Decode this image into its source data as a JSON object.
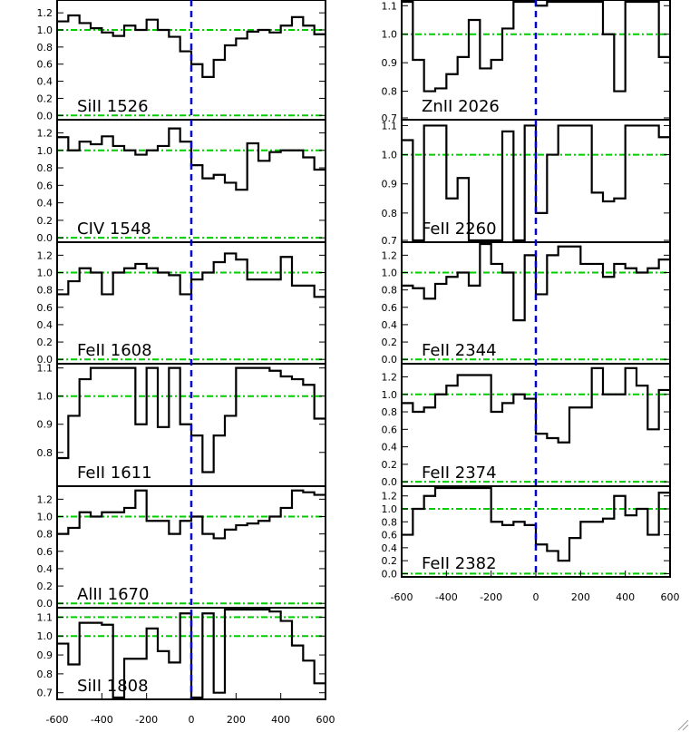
{
  "chart_data": {
    "type": "line",
    "style": "step",
    "x_unit": "velocity",
    "colors": {
      "spectrum": "#000000",
      "continuum": "#00cc00",
      "zero_velocity": "#0000cc",
      "frame": "#000000"
    },
    "columns": [
      {
        "xlim": [
          -600,
          600
        ],
        "x_ticks": [
          -600,
          -400,
          -200,
          0,
          200,
          400,
          600
        ],
        "x_tick_labels": [
          "-600",
          "-400",
          "-200",
          "0",
          "200",
          "400",
          "600"
        ],
        "panels": [
          {
            "label": "SiII 1526",
            "ylim": [
              -0.05,
              1.35
            ],
            "y_ticks": [
              0.0,
              0.2,
              0.4,
              0.6,
              0.8,
              1.0,
              1.2
            ],
            "y_tick_labels": [
              "0.0",
              "0.2",
              "0.4",
              "0.6",
              "0.8",
              "1.0",
              "1.2"
            ],
            "continuum": [
              1.0,
              0.0
            ],
            "x": [
              -600,
              -550,
              -500,
              -450,
              -400,
              -350,
              -300,
              -250,
              -200,
              -150,
              -100,
              -50,
              0,
              50,
              100,
              150,
              200,
              250,
              300,
              350,
              400,
              450,
              500,
              550
            ],
            "y": [
              1.1,
              1.17,
              1.08,
              1.02,
              0.97,
              0.93,
              1.05,
              1.0,
              1.12,
              1.0,
              0.92,
              0.75,
              0.6,
              0.45,
              0.65,
              0.82,
              0.9,
              0.98,
              1.0,
              0.97,
              1.05,
              1.15,
              1.05,
              0.95
            ]
          },
          {
            "label": "CIV 1548",
            "ylim": [
              -0.05,
              1.35
            ],
            "y_ticks": [
              0.0,
              0.2,
              0.4,
              0.6,
              0.8,
              1.0,
              1.2
            ],
            "y_tick_labels": [
              "0.0",
              "0.2",
              "0.4",
              "0.6",
              "0.8",
              "1.0",
              "1.2"
            ],
            "continuum": [
              1.0,
              0.0
            ],
            "x": [
              -600,
              -550,
              -500,
              -450,
              -400,
              -350,
              -300,
              -250,
              -200,
              -150,
              -100,
              -50,
              0,
              50,
              100,
              150,
              200,
              250,
              300,
              350,
              400,
              450,
              500,
              550
            ],
            "y": [
              1.15,
              1.0,
              1.1,
              1.07,
              1.16,
              1.05,
              1.0,
              0.95,
              1.0,
              1.05,
              1.25,
              1.1,
              0.83,
              0.68,
              0.72,
              0.63,
              0.55,
              1.08,
              0.88,
              0.98,
              1.0,
              1.0,
              0.92,
              0.78
            ]
          },
          {
            "label": "FeII 1608",
            "ylim": [
              -0.05,
              1.35
            ],
            "y_ticks": [
              0.0,
              0.2,
              0.4,
              0.6,
              0.8,
              1.0,
              1.2
            ],
            "y_tick_labels": [
              "0.0",
              "0.2",
              "0.4",
              "0.6",
              "0.8",
              "1.0",
              "1.2"
            ],
            "continuum": [
              1.0,
              0.0
            ],
            "x": [
              -600,
              -550,
              -500,
              -450,
              -400,
              -350,
              -300,
              -250,
              -200,
              -150,
              -100,
              -50,
              0,
              50,
              100,
              150,
              200,
              250,
              300,
              350,
              400,
              450,
              500,
              550
            ],
            "y": [
              0.75,
              0.9,
              1.05,
              1.0,
              0.75,
              1.0,
              1.05,
              1.1,
              1.05,
              1.0,
              0.97,
              0.75,
              0.92,
              1.0,
              1.12,
              1.22,
              1.15,
              0.92,
              0.92,
              0.92,
              1.18,
              0.85,
              0.85,
              0.72
            ]
          },
          {
            "label": "FeII 1611",
            "ylim": [
              0.68,
              1.115
            ],
            "y_ticks": [
              0.8,
              0.9,
              1.0,
              1.1
            ],
            "y_tick_labels": [
              "0.8",
              "0.9",
              "1.0",
              "1.1"
            ],
            "continuum": [
              1.0
            ],
            "x": [
              -600,
              -550,
              -500,
              -450,
              -400,
              -350,
              -300,
              -250,
              -200,
              -150,
              -100,
              -50,
              0,
              50,
              100,
              150,
              200,
              250,
              300,
              350,
              400,
              450,
              500,
              550
            ],
            "y": [
              0.78,
              0.93,
              1.06,
              1.1,
              1.1,
              1.1,
              1.1,
              0.9,
              1.1,
              0.89,
              1.1,
              0.9,
              0.86,
              0.73,
              0.86,
              0.93,
              1.1,
              1.1,
              1.1,
              1.09,
              1.07,
              1.06,
              1.04,
              0.92
            ]
          },
          {
            "label": "AlII 1670",
            "ylim": [
              -0.05,
              1.35
            ],
            "y_ticks": [
              0.0,
              0.2,
              0.4,
              0.6,
              0.8,
              1.0,
              1.2
            ],
            "y_tick_labels": [
              "0.0",
              "0.2",
              "0.4",
              "0.6",
              "0.8",
              "1.0",
              "1.2"
            ],
            "continuum": [
              1.0,
              0.0
            ],
            "x": [
              -600,
              -550,
              -500,
              -450,
              -400,
              -350,
              -300,
              -250,
              -200,
              -150,
              -100,
              -50,
              0,
              50,
              100,
              150,
              200,
              250,
              300,
              350,
              400,
              450,
              500,
              550
            ],
            "y": [
              0.8,
              0.87,
              1.05,
              1.0,
              1.05,
              1.05,
              1.1,
              1.3,
              0.95,
              0.95,
              0.8,
              0.95,
              1.0,
              0.8,
              0.75,
              0.85,
              0.9,
              0.92,
              0.95,
              1.0,
              1.1,
              1.3,
              1.28,
              1.25
            ]
          },
          {
            "label": "SiII 1808",
            "ylim": [
              0.665,
              1.15
            ],
            "y_ticks": [
              0.7,
              0.8,
              0.9,
              1.0,
              1.1
            ],
            "y_tick_labels": [
              "0.7",
              "0.8",
              "0.9",
              "1.0",
              "1.1"
            ],
            "continuum": [
              1.0,
              1.1
            ],
            "x": [
              -600,
              -550,
              -500,
              -450,
              -400,
              -350,
              -300,
              -250,
              -200,
              -150,
              -100,
              -50,
              0,
              50,
              100,
              150,
              200,
              250,
              300,
              350,
              400,
              450,
              500,
              550
            ],
            "y": [
              0.96,
              0.85,
              1.07,
              1.07,
              1.06,
              0.67,
              0.88,
              0.88,
              1.04,
              0.92,
              0.86,
              1.12,
              0.67,
              1.12,
              0.7,
              1.15,
              1.15,
              1.15,
              1.15,
              1.13,
              1.08,
              0.95,
              0.87,
              0.75
            ]
          }
        ]
      },
      {
        "xlim": [
          -600,
          600
        ],
        "x_ticks": [
          -600,
          -400,
          -200,
          0,
          200,
          400,
          600
        ],
        "x_tick_labels": [
          "-600",
          "-400",
          "-200",
          "0",
          "200",
          "400",
          "600"
        ],
        "panels": [
          {
            "label": "ZnII 2026",
            "ylim": [
              0.7,
              1.12
            ],
            "y_ticks": [
              0.7,
              0.8,
              0.9,
              1.0,
              1.1
            ],
            "y_tick_labels": [
              "0.7",
              "0.8",
              "0.9",
              "1.0",
              "1.1"
            ],
            "continuum": [
              1.0
            ],
            "x": [
              -600,
              -550,
              -500,
              -450,
              -400,
              -350,
              -300,
              -250,
              -200,
              -150,
              -100,
              -50,
              0,
              50,
              100,
              150,
              200,
              250,
              300,
              350,
              400,
              450,
              500,
              550
            ],
            "y": [
              1.15,
              0.91,
              0.8,
              0.81,
              0.86,
              0.92,
              1.05,
              0.88,
              0.91,
              1.02,
              1.15,
              1.15,
              1.1,
              1.15,
              1.15,
              1.15,
              1.15,
              1.15,
              1.0,
              0.8,
              1.15,
              1.15,
              1.15,
              0.92
            ]
          },
          {
            "label": "FeII 2260",
            "ylim": [
              0.7,
              1.12
            ],
            "y_ticks": [
              0.7,
              0.8,
              0.9,
              1.0,
              1.1
            ],
            "y_tick_labels": [
              "0.7",
              "0.8",
              "0.9",
              "1.0",
              "1.1"
            ],
            "continuum": [
              1.0
            ],
            "x": [
              -600,
              -550,
              -500,
              -450,
              -400,
              -350,
              -300,
              -250,
              -200,
              -150,
              -100,
              -50,
              0,
              50,
              100,
              150,
              200,
              250,
              300,
              350,
              400,
              450,
              500,
              550
            ],
            "y": [
              1.05,
              0.69,
              1.1,
              1.1,
              0.85,
              0.92,
              0.7,
              0.7,
              0.69,
              1.08,
              0.69,
              1.1,
              0.8,
              1.0,
              1.1,
              1.1,
              1.1,
              0.87,
              0.84,
              0.85,
              1.1,
              1.1,
              1.1,
              1.06
            ]
          },
          {
            "label": "FeII 2344",
            "ylim": [
              -0.05,
              1.35
            ],
            "y_ticks": [
              0.0,
              0.2,
              0.4,
              0.6,
              0.8,
              1.0,
              1.2
            ],
            "y_tick_labels": [
              "0.0",
              "0.2",
              "0.4",
              "0.6",
              "0.8",
              "1.0",
              "1.2"
            ],
            "continuum": [
              1.0,
              0.0
            ],
            "x": [
              -600,
              -550,
              -500,
              -450,
              -400,
              -350,
              -300,
              -250,
              -200,
              -150,
              -100,
              -50,
              0,
              50,
              100,
              150,
              200,
              250,
              300,
              350,
              400,
              450,
              500,
              550
            ],
            "y": [
              0.85,
              0.82,
              0.7,
              0.87,
              0.95,
              1.0,
              0.85,
              1.35,
              1.1,
              1.0,
              0.45,
              1.2,
              0.75,
              1.2,
              1.3,
              1.3,
              1.1,
              1.1,
              0.95,
              1.1,
              1.05,
              1.0,
              1.05,
              1.15
            ]
          },
          {
            "label": "FeII 2374",
            "ylim": [
              -0.05,
              1.35
            ],
            "y_ticks": [
              0.0,
              0.2,
              0.4,
              0.6,
              0.8,
              1.0,
              1.2
            ],
            "y_tick_labels": [
              "0.0",
              "0.2",
              "0.4",
              "0.6",
              "0.8",
              "1.0",
              "1.2"
            ],
            "continuum": [
              1.0,
              0.0
            ],
            "x": [
              -600,
              -550,
              -500,
              -450,
              -400,
              -350,
              -300,
              -250,
              -200,
              -150,
              -100,
              -50,
              0,
              50,
              100,
              150,
              200,
              250,
              300,
              350,
              400,
              450,
              500,
              550
            ],
            "y": [
              0.9,
              0.8,
              0.85,
              1.0,
              1.1,
              1.22,
              1.22,
              1.22,
              0.8,
              0.9,
              1.0,
              0.95,
              0.55,
              0.5,
              0.45,
              0.85,
              0.85,
              1.3,
              1.0,
              1.0,
              1.3,
              1.1,
              0.6,
              1.05
            ]
          },
          {
            "label": "FeII 2382",
            "ylim": [
              -0.05,
              1.35
            ],
            "y_ticks": [
              0.0,
              0.2,
              0.4,
              0.6,
              0.8,
              1.0,
              1.2
            ],
            "y_tick_labels": [
              "0.0",
              "0.2",
              "0.4",
              "0.6",
              "0.8",
              "1.0",
              "1.2"
            ],
            "continuum": [
              1.0,
              0.0
            ],
            "x": [
              -600,
              -550,
              -500,
              -450,
              -400,
              -350,
              -300,
              -250,
              -200,
              -150,
              -100,
              -50,
              0,
              50,
              100,
              150,
              200,
              250,
              300,
              350,
              400,
              450,
              500,
              550
            ],
            "y": [
              0.6,
              1.0,
              1.2,
              1.35,
              1.35,
              1.35,
              1.35,
              1.35,
              0.8,
              0.75,
              0.8,
              0.75,
              0.45,
              0.35,
              0.2,
              0.55,
              0.8,
              0.8,
              0.85,
              1.2,
              0.9,
              1.0,
              0.6,
              1.25
            ]
          }
        ]
      }
    ]
  }
}
